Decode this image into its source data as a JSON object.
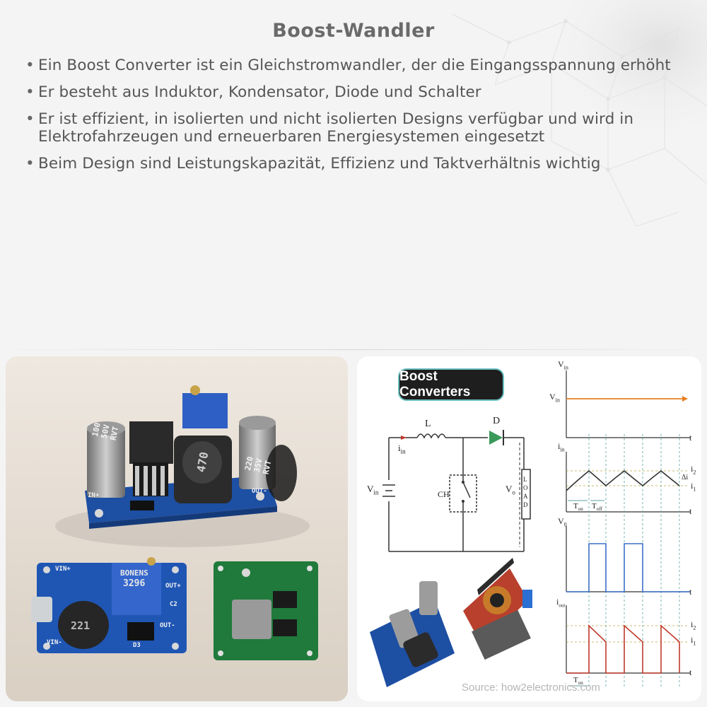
{
  "slide": {
    "title": "Boost-Wandler",
    "bullets": [
      "Ein Boost Converter ist ein Gleichstromwandler, der die Eingangsspannung erhöht",
      "Er besteht aus Induktor, Kondensator, Diode und Schalter",
      "Er ist effizient, in isolierten und nicht isolierten Designs verfügbar und wird in Elektrofahrzeugen und erneuerbaren Energiesystemen eingesetzt",
      "Beim Design sind Leistungskapazität, Effizienz und Taktverhältnis wichtig"
    ]
  },
  "left_photo": {
    "cap1_label": "100 50V RVT",
    "cap2_label": "220 35V RVT",
    "inductor1_label": "470",
    "pot_label": "3296",
    "pot_brand": "BONENS",
    "inductor2_label": "221",
    "pin_labels": [
      "IN+",
      "OUT-",
      "VIN+",
      "OUT+",
      "VIN-",
      "OUT-",
      "D3",
      "C2"
    ]
  },
  "right_diagram": {
    "banner": "Boost Converters",
    "labels": {
      "L": "L",
      "D": "D",
      "iin": "i",
      "iin_sub": "in",
      "Vin": "V",
      "Vin_sub": "in",
      "CH": "CH",
      "Vo": "V",
      "Vo_sub": "o",
      "load": "LOAD"
    },
    "waveforms": {
      "w1_ylabel": "V",
      "w1_ylabel_sub": "in",
      "w1_level": "V",
      "w1_level_sub": "in",
      "w2_ylabel": "i",
      "w2_ylabel_sub": "in",
      "i2": "i",
      "i2_sub": "2",
      "i1": "i",
      "i1_sub": "1",
      "delta": "Δi",
      "ton": "T",
      "ton_sub": "on",
      "toff": "T",
      "toff_sub": "off",
      "w3_ylabel": "V",
      "w3_ylabel_sub": "0",
      "w4_ylabel": "i",
      "w4_ylabel_sub": "out",
      "t": "t"
    },
    "source": "Source: how2electronics.com"
  }
}
